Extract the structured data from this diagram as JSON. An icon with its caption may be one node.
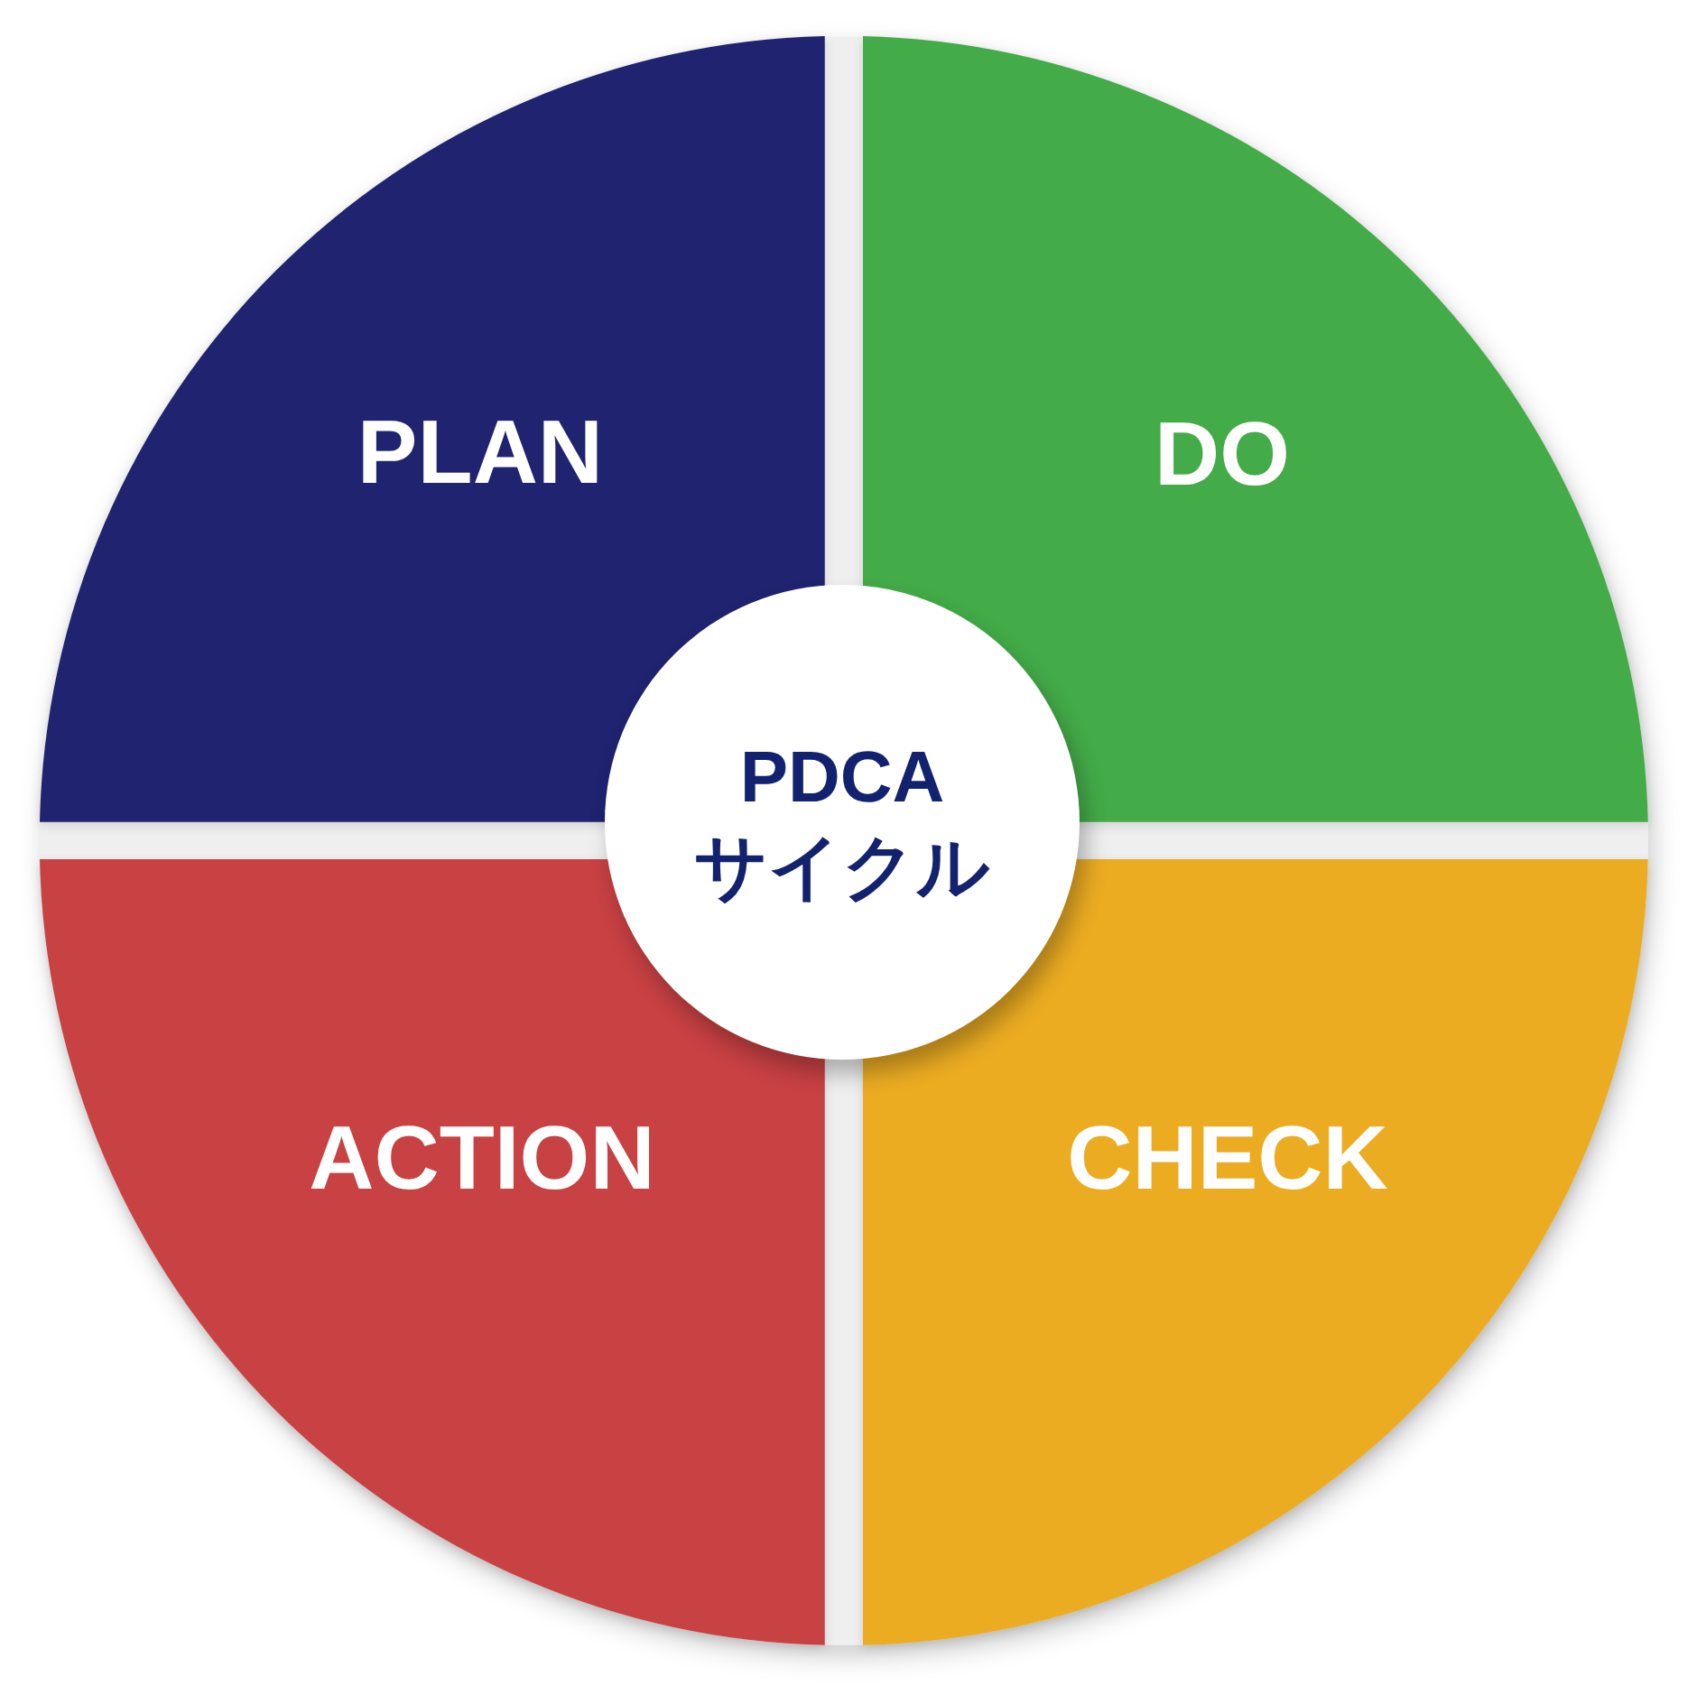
{
  "diagram": {
    "nodes": [
      {
        "text": [
          "PLAN"
        ]
      },
      {
        "text": [
          "DO"
        ]
      },
      {
        "text": [
          "PDCA サイクル"
        ]
      },
      {
        "text": [
          "ACTION"
        ]
      },
      {
        "text": [
          "CHECK"
        ]
      }
    ]
  }
}
